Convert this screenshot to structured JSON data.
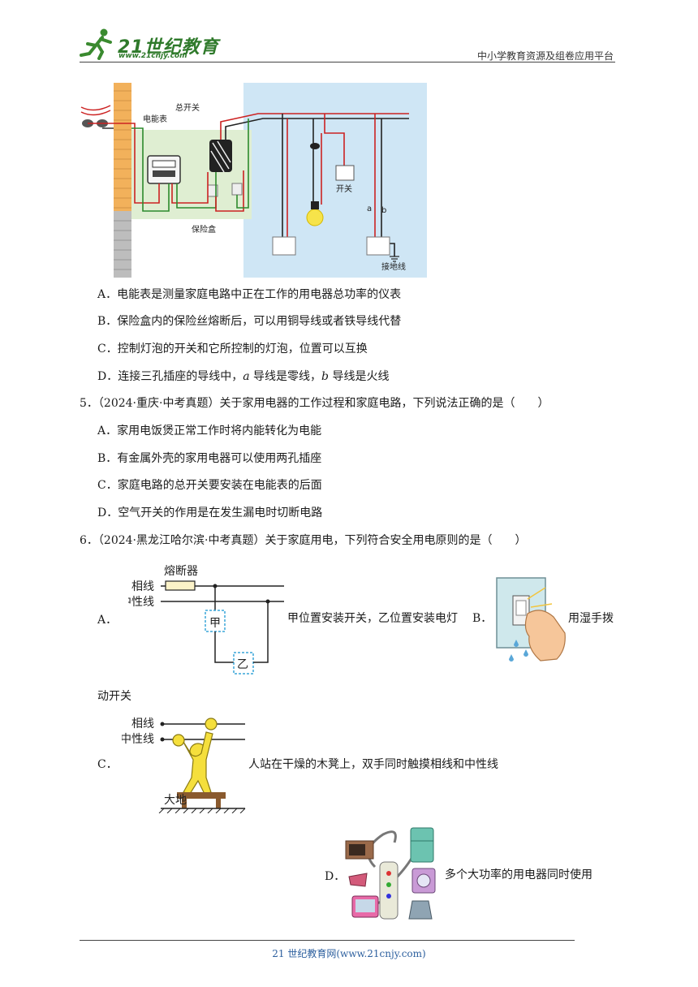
{
  "header": {
    "logo_text": "21世纪教育",
    "logo_url": "www.21cnjy.com",
    "platform": "中小学教育资源及组卷应用平台"
  },
  "figure1": {
    "labels": {
      "meter": "电能表",
      "main_switch": "总开关",
      "fuse_box": "保险盒",
      "switch": "开关",
      "ground": "接地线",
      "wire_a": "a",
      "wire_b": "b"
    }
  },
  "q4_options": [
    {
      "letter": "A．",
      "text": "电能表是测量家庭电路中正在工作的用电器总功率的仪表"
    },
    {
      "letter": "B．",
      "text": "保险盒内的保险丝熔断后，可以用铜导线或者铁导线代替"
    },
    {
      "letter": "C．",
      "text": "控制灯泡的开关和它所控制的灯泡，位置可以互换"
    },
    {
      "letter": "D．",
      "text_pre": "连接三孔插座的导线中，",
      "a": "a",
      "text_mid": " 导线是零线，",
      "b": "b",
      "text_post": " 导线是火线"
    }
  ],
  "q5": {
    "number": "5．",
    "source": "（2024·重庆·中考真题）",
    "stem": "关于家用电器的工作过程和家庭电路，下列说法正确的是（　　）",
    "options": [
      {
        "letter": "A．",
        "text": "家用电饭煲正常工作时将内能转化为电能"
      },
      {
        "letter": "B．",
        "text": "有金属外壳的家用电器可以使用两孔插座"
      },
      {
        "letter": "C．",
        "text": "家庭电路的总开关要安装在电能表的后面"
      },
      {
        "letter": "D．",
        "text": "空气开关的作用是在发生漏电时切断电路"
      }
    ]
  },
  "q6": {
    "number": "6．",
    "source": "（2024·黑龙江哈尔滨·中考真题）",
    "stem": "关于家庭用电，下列符合安全用电原则的是（　　）",
    "option_a": {
      "letter": "A．",
      "fig_fuse": "熔断器",
      "fig_live": "相线",
      "fig_neutral": "中性线",
      "fig_jia": "甲",
      "fig_yi": "乙",
      "text": "甲位置安装开关，乙位置安装电灯"
    },
    "option_b": {
      "letter": "B．",
      "text_part1": "用湿手拨",
      "text_part2": "动开关"
    },
    "option_c": {
      "letter": "C．",
      "fig_live": "相线",
      "fig_neutral": "中性线",
      "fig_ground": "大地",
      "text": "人站在干燥的木凳上，双手同时触摸相线和中性线"
    },
    "option_d": {
      "letter": "D．",
      "text": "多个大功率的用电器同时使用"
    }
  },
  "footer": {
    "text": "21 世纪教育网(www.21cnjy.com)"
  }
}
